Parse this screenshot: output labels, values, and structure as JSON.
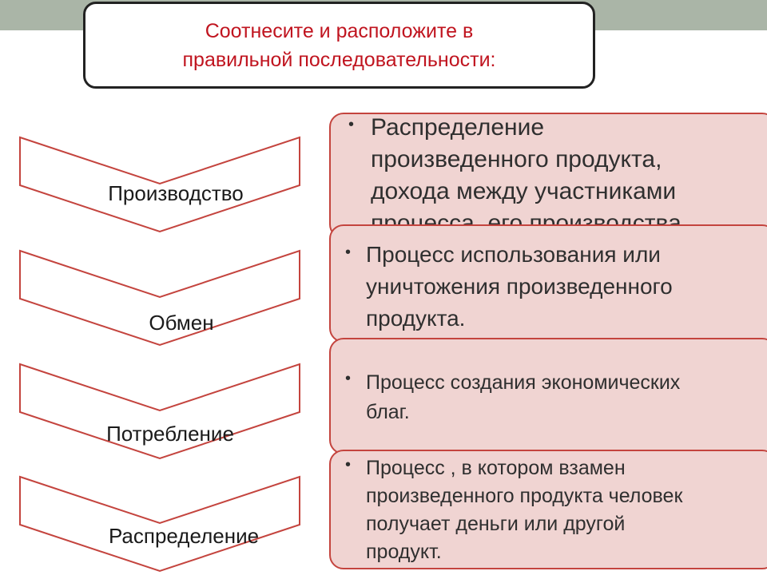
{
  "title": "Соотнесите и расположите в\nправильной последовательности:",
  "stages": [
    {
      "label": "Производство"
    },
    {
      "label": "Обмен"
    },
    {
      "label": "Потребление"
    },
    {
      "label": "Распределение"
    }
  ],
  "definitions": [
    {
      "text": "Распределение\nпроизведенного продукта,\nдохода между участниками\nпроцесса, его производства"
    },
    {
      "text": "Процесс использования или\nуничтожения произведенного\nпродукта."
    },
    {
      "text": "Процесс создания экономических\nблаг."
    },
    {
      "text": "Процесс , в котором  взамен\nпроизведенного продукта человек\nполучает деньги или другой\nпродукт."
    }
  ],
  "colors": {
    "title_text": "#c0141f",
    "panel_fill": "#f0d4d2",
    "panel_border": "#c4443e",
    "chevron_stroke": "#c4443e",
    "top_bar": "#aab5a7"
  }
}
